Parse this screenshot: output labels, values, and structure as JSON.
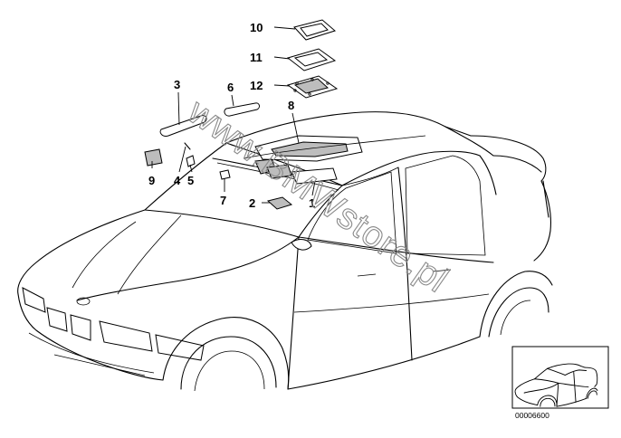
{
  "diagram": {
    "callouts": [
      "10",
      "11",
      "12",
      "3",
      "6",
      "8",
      "9",
      "4",
      "5",
      "7",
      "2",
      "1"
    ],
    "watermark": "www.BMWstore.pl",
    "thumbnail_id": "00006600"
  }
}
